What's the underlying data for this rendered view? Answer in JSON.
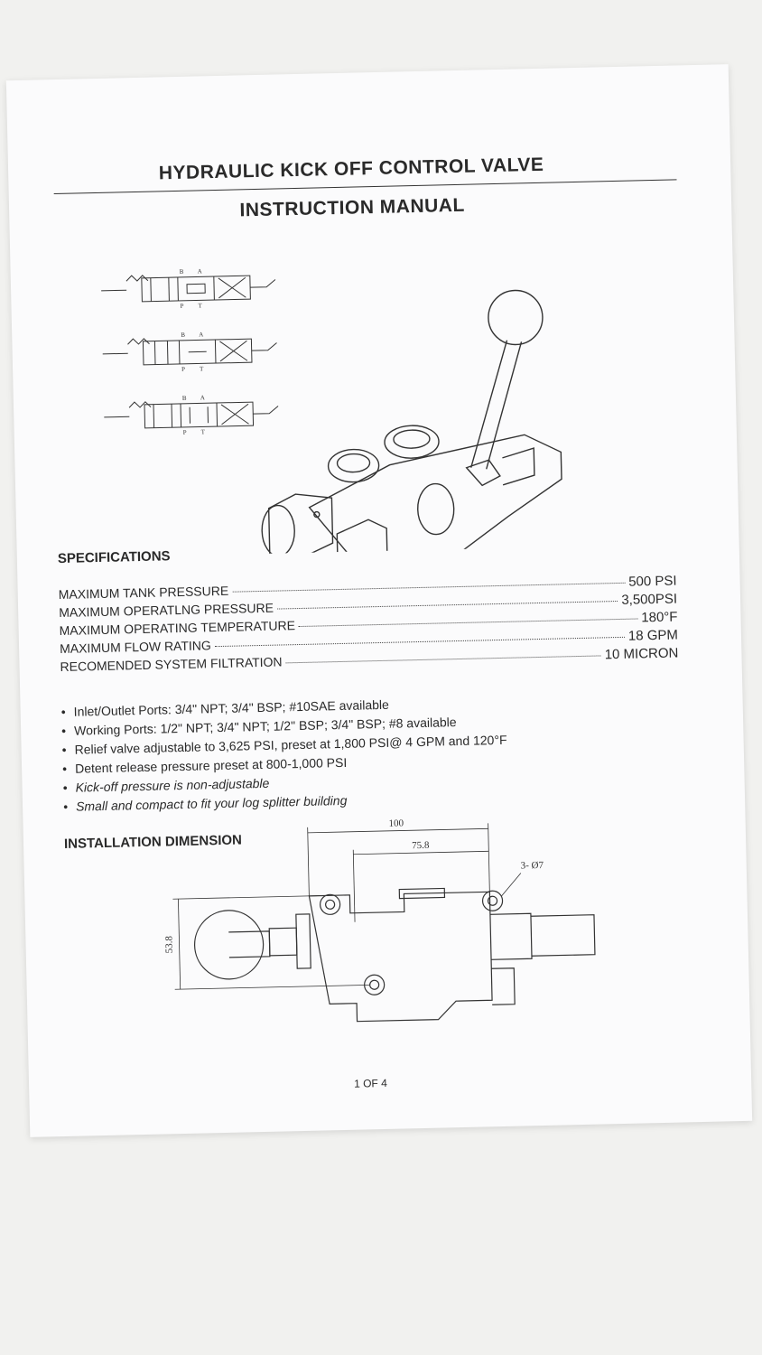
{
  "header": {
    "title": "HYDRAULIC KICK OFF CONTROL VALVE",
    "subtitle": "INSTRUCTION  MANUAL"
  },
  "schematic": {
    "port_b": "B",
    "port_a": "A",
    "port_p": "P",
    "port_t": "T"
  },
  "specifications": {
    "heading": "SPECIFICATIONS",
    "rows": [
      {
        "label": "MAXIMUM TANK PRESSURE",
        "value": "500 PSI"
      },
      {
        "label": "MAXIMUM OPERATLNG PRESSURE",
        "value": "3,500PSI"
      },
      {
        "label": "MAXIMUM OPERATING TEMPERATURE",
        "value": "180°F"
      },
      {
        "label": "MAXIMUM FLOW RATING",
        "value": "18 GPM"
      },
      {
        "label": "RECOMENDED SYSTEM FILTRATION",
        "value": "10 MICRON"
      }
    ]
  },
  "features": [
    "Inlet/Outlet Ports: 3/4\" NPT; 3/4\" BSP; #10SAE available",
    "Working Ports: 1/2\" NPT; 3/4\" NPT; 1/2\" BSP; 3/4\" BSP; #8 available",
    "Relief valve adjustable to 3,625 PSI, preset at 1,800 PSI@ 4 GPM and 120°F",
    "Detent release pressure preset at 800-1,000 PSI",
    "Kick-off pressure is non-adjustable",
    "Small and compact to fit your log splitter building"
  ],
  "installation": {
    "heading": "INSTALLATION DIMENSION",
    "dim_width": "100",
    "dim_hole_spacing": "75.8",
    "dim_holes": "3- Ø7",
    "dim_height": "53.8"
  },
  "footer": {
    "page": "1 OF 4"
  }
}
